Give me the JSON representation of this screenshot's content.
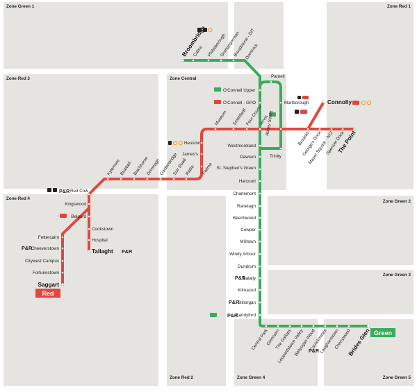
{
  "zones": {
    "green1": "Zone Green 1",
    "red1": "Zone Red 1",
    "red3": "Zone Red 3",
    "central": "Zone Central",
    "red4": "Zone Red 4",
    "green2": "Zone Green 2",
    "green3": "Zone Green 3",
    "red2": "Zone Red 2",
    "green4": "Zone Green 4",
    "green5": "Zone Green 5"
  },
  "lines": {
    "red": {
      "name": "Red",
      "color": "#e3463f"
    },
    "green": {
      "name": "Green",
      "color": "#3aaa5c"
    }
  },
  "stations": {
    "brombridge": "Broombridge",
    "cabra": "Cabra",
    "phibsborough": "Phibsborough",
    "grangegorman": "Grangegorman",
    "broadstone": "Broadstone - DIT",
    "dominick": "Dominick",
    "parnell": "Parnell",
    "oconnell_upper": "O'Connell Upper",
    "oconnell_gpo": "O'Connell - GPO",
    "marlborough": "Marlborough",
    "abbey_street": "Abbey Street",
    "trinity": "Trinity",
    "westmoreland": "Westmoreland",
    "dawson": "Dawson",
    "ststephens": "St. Stephen's Green",
    "harcourt": "Harcourt",
    "charlemont": "Charlemont",
    "ranelagh": "Ranelagh",
    "beechwood": "Beechwood",
    "cowper": "Cowper",
    "milltown": "Milltown",
    "windy_arbour": "Windy Arbour",
    "dundrum": "Dundrum",
    "balally": "Balally",
    "kilmacud": "Kilmacud",
    "stillorgan": "Stillorgan",
    "sandyford": "Sandyford",
    "central_park": "Central Park",
    "glencairn": "Glencairn",
    "the_gallops": "The Gallops",
    "leopardstown_valley": "Leopardstown Valley",
    "ballyogan_wood": "Ballyogan Wood",
    "carrickmines": "Carrickmines",
    "laughanstown": "Laughanstown",
    "cherrywood": "Cherrywood",
    "brides_glen": "Brides Glen",
    "connolly": "Connolly",
    "busaras": "Busáras",
    "georges_dock": "George's Dock",
    "mayor_square": "Mayor Square - NCI",
    "spencer_dock": "Spencer Dock",
    "the_point": "The Point",
    "jervis": "Jervis",
    "four_courts": "Four Courts",
    "smithfield": "Smithfield",
    "museum": "Museum",
    "heuston": "Heuston",
    "james": "James's",
    "fatima": "Fatima",
    "rialto": "Rialto",
    "suir_road": "Suir Road",
    "goldenbridge": "Goldenbridge",
    "drimnagh": "Drimnagh",
    "blackhorse": "Blackhorse",
    "bluebell": "Bluebell",
    "kylemore": "Kylemore",
    "red_cow": "Red Cow",
    "kingswood": "Kingswood",
    "belgard": "Belgard",
    "cookstown": "Cookstown",
    "hospital": "Hospital",
    "tallaght": "Tallaght",
    "fettercairn": "Fettercairn",
    "cheeverstown": "Cheeverstown",
    "citywest": "Citywest Campus",
    "fortunestown": "Fortunestown",
    "saggart": "Saggart"
  },
  "symbols": {
    "park_ride": "P&R",
    "rail": "Rail",
    "bus": "Bus"
  },
  "icons": [
    "bus-icon",
    "rail-icon",
    "train-icon",
    "bike-icon",
    "park-ride-icon"
  ]
}
